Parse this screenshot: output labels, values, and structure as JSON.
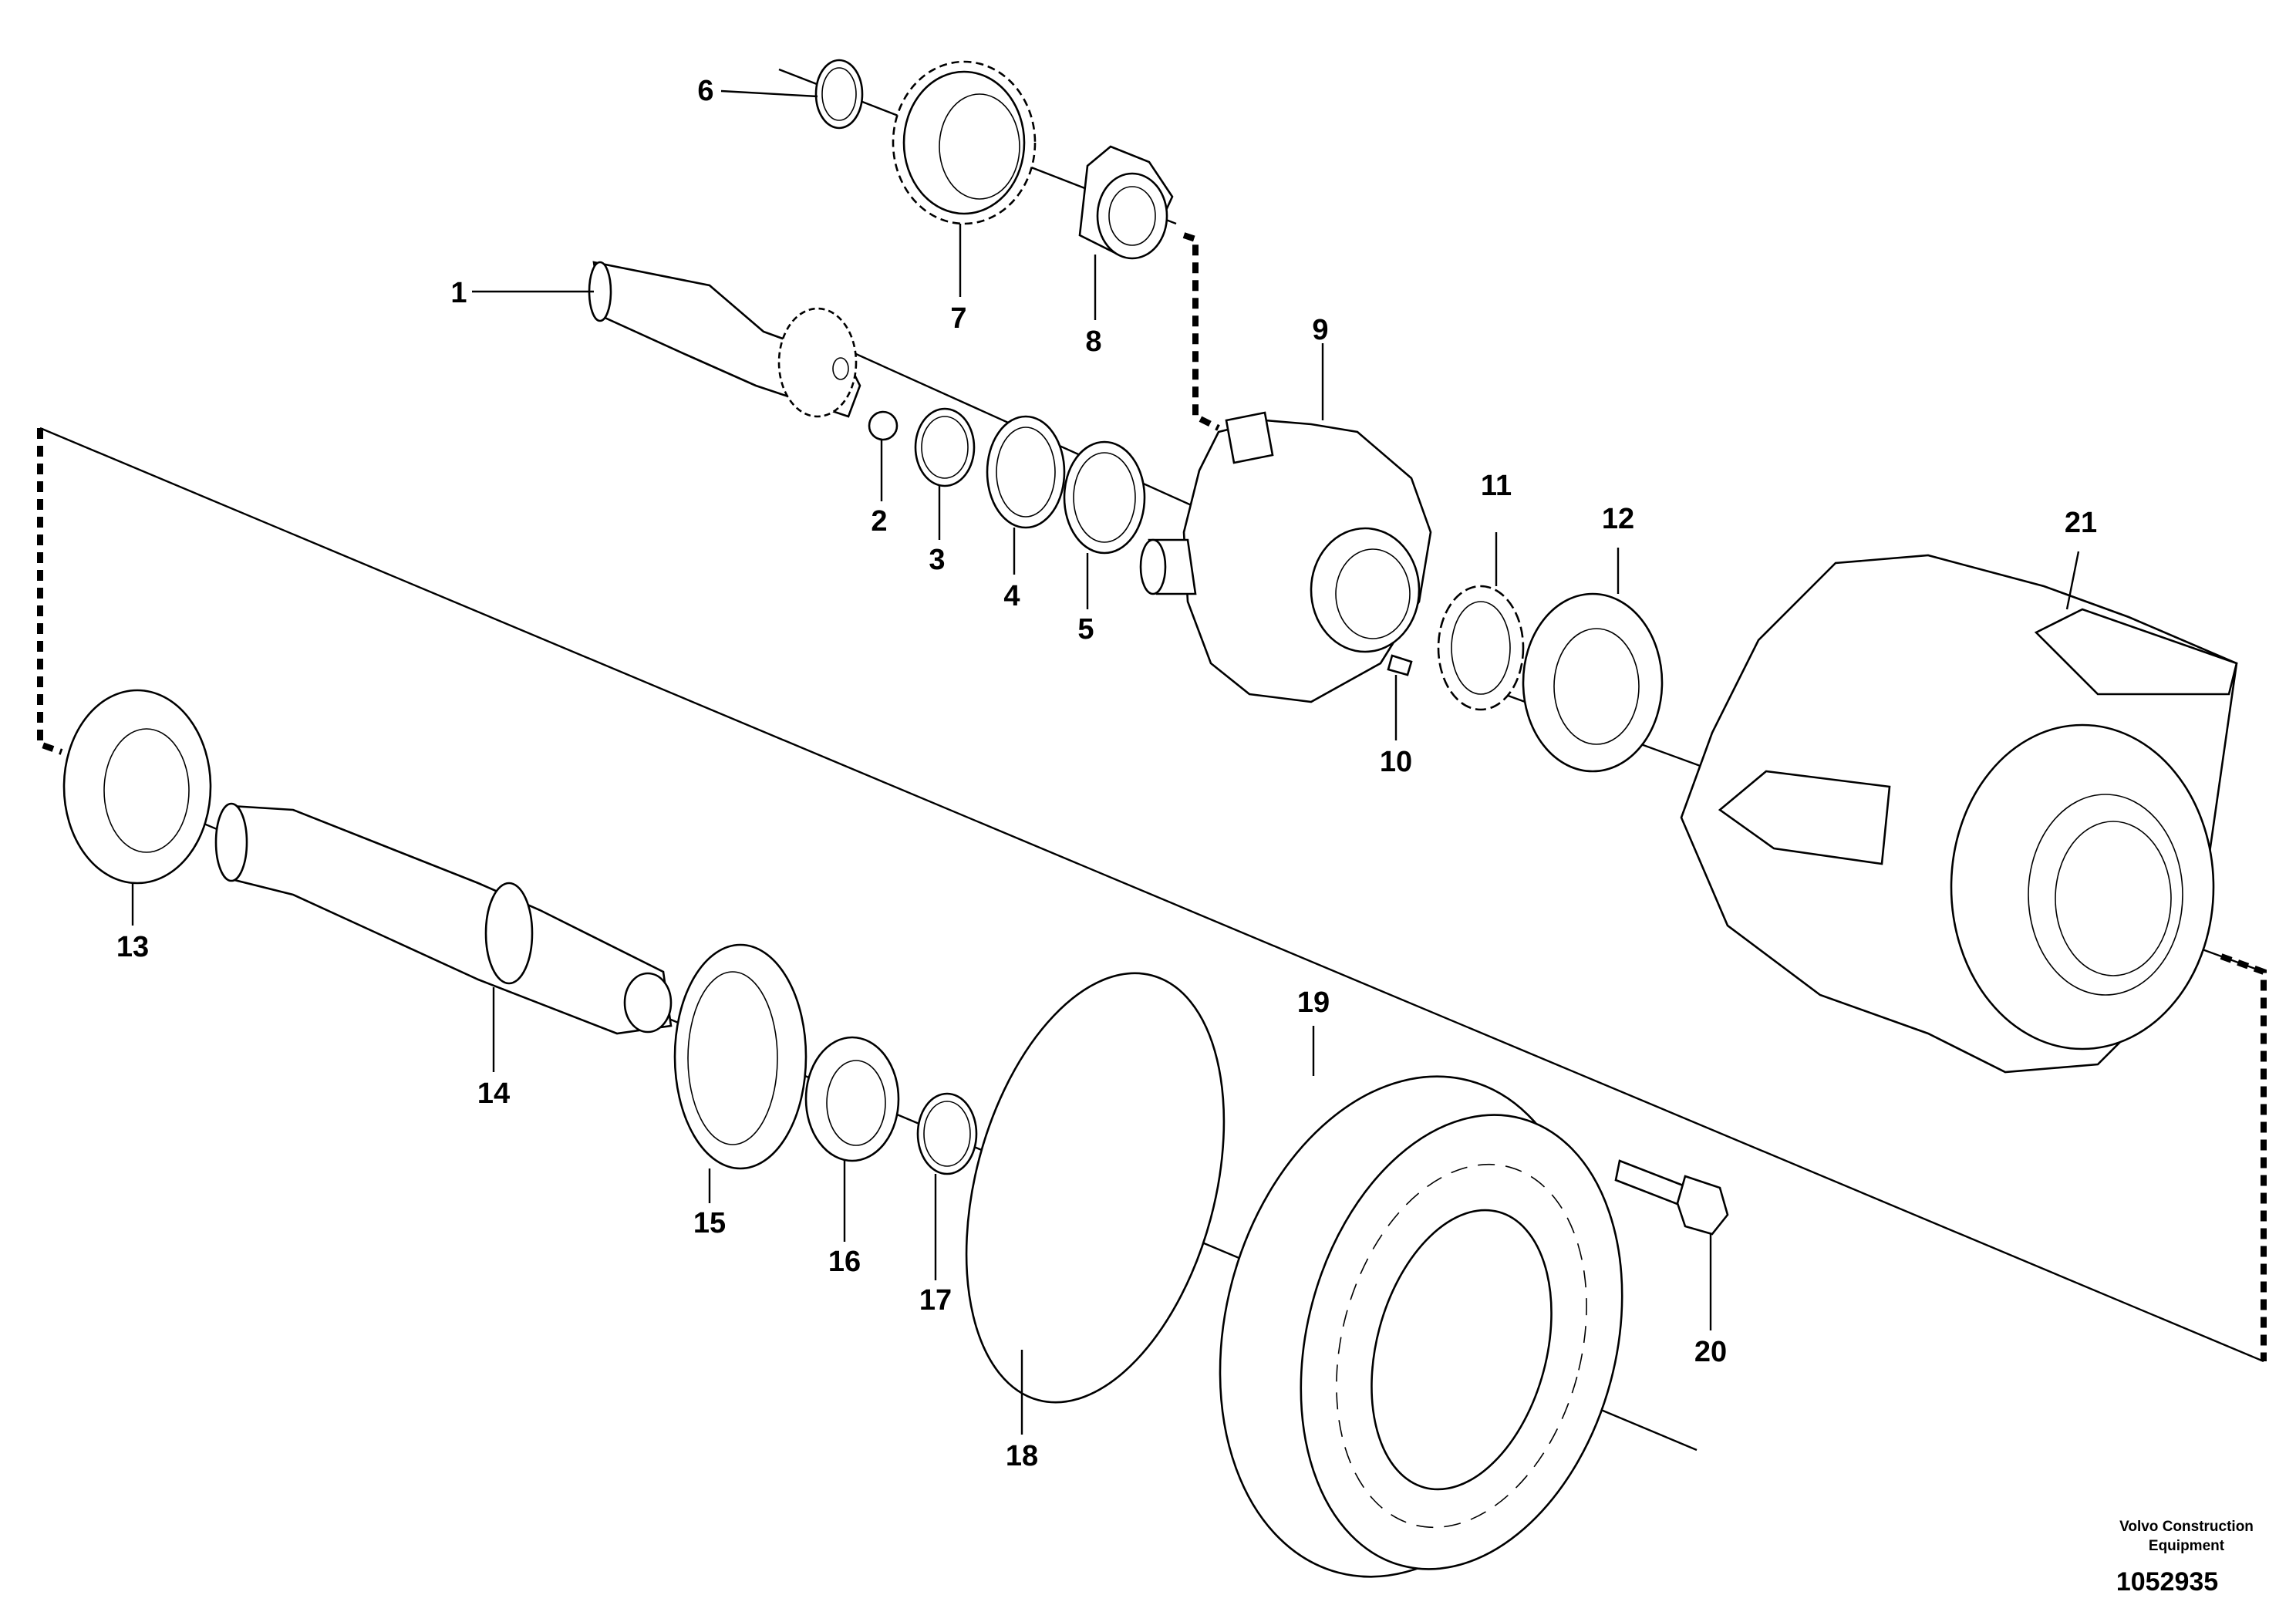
{
  "diagram": {
    "callouts": [
      "1",
      "2",
      "3",
      "4",
      "5",
      "6",
      "7",
      "8",
      "9",
      "10",
      "11",
      "12",
      "13",
      "14",
      "15",
      "16",
      "17",
      "18",
      "19",
      "20",
      "21"
    ],
    "brand_line1": "Volvo Construction",
    "brand_line2": "Equipment",
    "doc_number": "1052935"
  }
}
